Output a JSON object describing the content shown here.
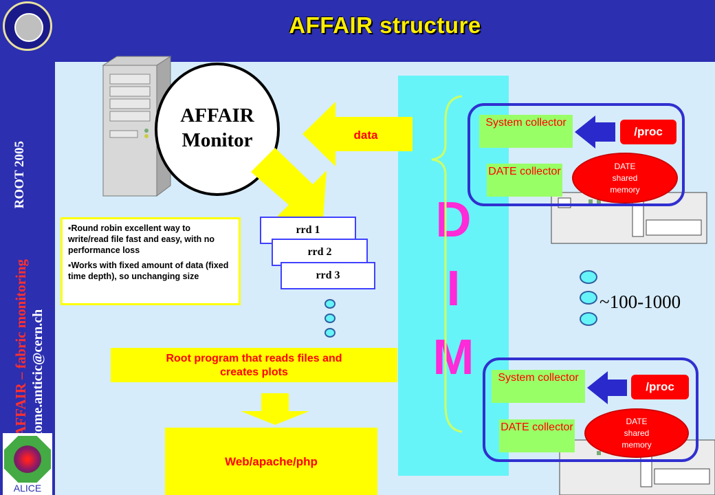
{
  "slide": {
    "title": "AFFAIR structure",
    "sidebar": {
      "line1": "AFFAIR – fabric monitoring",
      "line1_right": "ROOT 2005",
      "line2": "tome.anticic@cern.ch",
      "logo_bottom_label": "ALICE"
    }
  },
  "diagram": {
    "monitor_label_line1": "AFFAIR",
    "monitor_label_line2": "Monitor",
    "data_arrow_label": "data",
    "bullets": [
      "Round robin excellent way to write/read file fast and easy, with no performance loss",
      "Works with fixed amount of data (fixed time depth), so unchanging size"
    ],
    "rrd_files": [
      "rrd 1",
      "rrd 2",
      "rrd 3"
    ],
    "root_program_label": "Root program that reads files and creates plots",
    "web_label": "Web/apache/php",
    "dim_letters": [
      "D",
      "I",
      "M"
    ],
    "node_count_label": "~100-1000",
    "nodes": [
      {
        "system_collector": "System collector",
        "proc": "/proc",
        "date_collector": "DATE collector",
        "shared_memory": "DATE shared memory"
      },
      {
        "system_collector": "System collector",
        "proc": "/proc",
        "date_collector": "DATE collector",
        "shared_memory": "DATE shared memory"
      }
    ],
    "colors": {
      "background": "#d6ecfa",
      "sidebar": "#2b2fb0",
      "dim_strip": "#66f4f8",
      "dim_letters": "#ff2ad8",
      "title": "#ffee00",
      "highlight": "#ffff00",
      "collector": "#99ff66",
      "proc": "#ff0000"
    }
  }
}
